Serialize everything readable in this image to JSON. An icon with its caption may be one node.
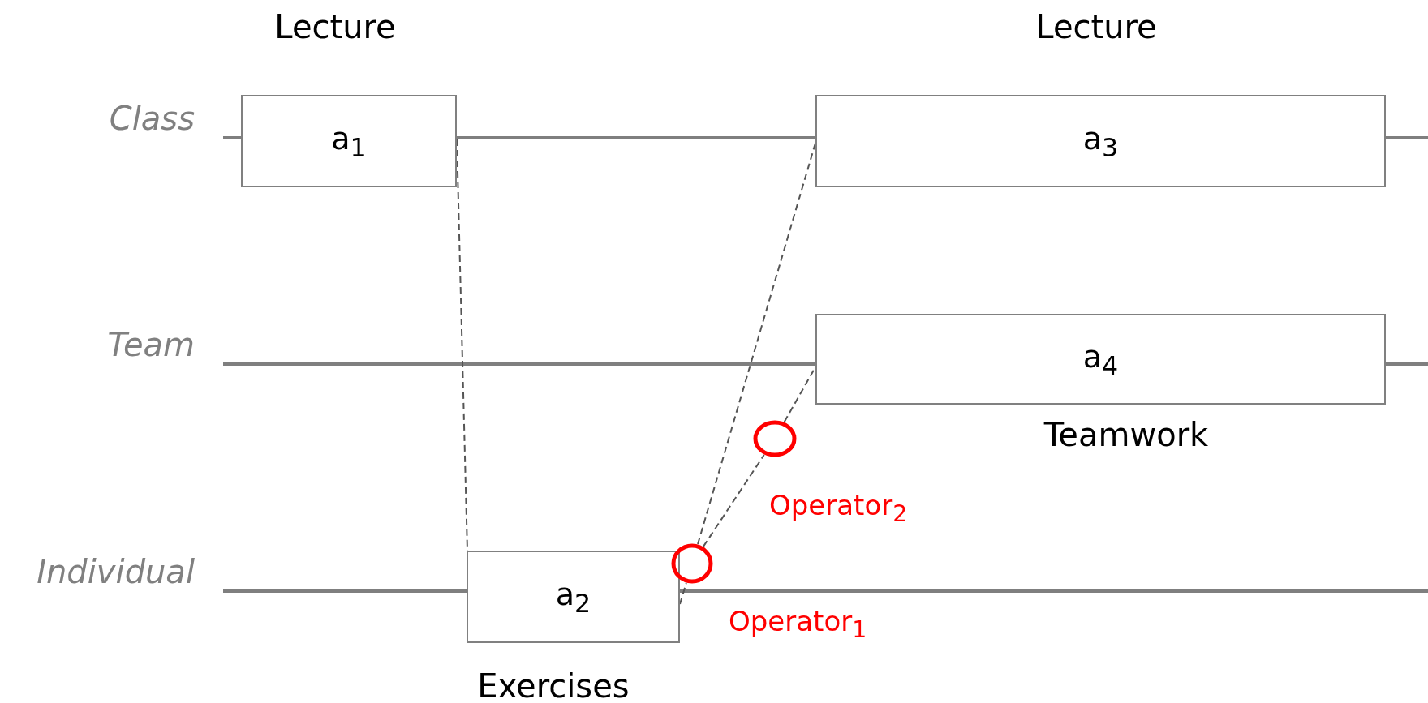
{
  "diagram": {
    "nodes": [
      {
        "text": [
          "a$_{1}$"
        ],
        "beside": [
          "Lecture"
        ]
      },
      {
        "text": [
          "a$_{3}$"
        ],
        "beside": [
          "Lecture"
        ]
      },
      {
        "text": [
          "a$_{4}$"
        ],
        "beside": [
          "Teamwork"
        ]
      },
      {
        "text": [],
        "shape": "circle",
        "beside": [
          "Operator$_{2}$"
        ]
      },
      {
        "text": [
          "a$_{2}$"
        ],
        "beside": [
          "Exercises"
        ]
      },
      {
        "text": [],
        "shape": "circle",
        "beside": [
          "Operator$_{1}$"
        ]
      }
    ],
    "edges": [
      {
        "from": 0,
        "to": 4,
        "arrow": "none",
        "style": "dashed"
      },
      {
        "from": 4,
        "to": 5,
        "arrow": "none",
        "style": "dashed"
      },
      {
        "from": 5,
        "to": 1,
        "arrow": "none",
        "style": "dashed"
      },
      {
        "from": 5,
        "to": 3,
        "arrow": "none",
        "style": "dashed"
      },
      {
        "from": 3,
        "to": 2,
        "arrow": "none",
        "style": "dashed"
      }
    ],
    "labels": [
      "Class",
      "Team",
      "Individual"
    ]
  }
}
